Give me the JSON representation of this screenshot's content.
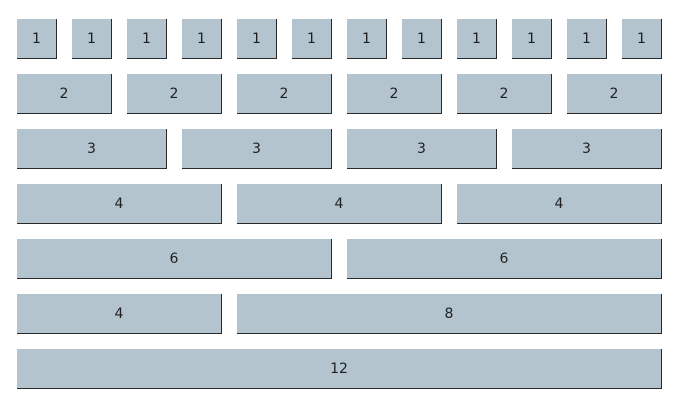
{
  "grid": {
    "columns": 12,
    "cell_color": "#b3c4cf",
    "rows": [
      {
        "cells": [
          {
            "label": "1",
            "span": 1
          },
          {
            "label": "1",
            "span": 1
          },
          {
            "label": "1",
            "span": 1
          },
          {
            "label": "1",
            "span": 1
          },
          {
            "label": "1",
            "span": 1
          },
          {
            "label": "1",
            "span": 1
          },
          {
            "label": "1",
            "span": 1
          },
          {
            "label": "1",
            "span": 1
          },
          {
            "label": "1",
            "span": 1
          },
          {
            "label": "1",
            "span": 1
          },
          {
            "label": "1",
            "span": 1
          },
          {
            "label": "1",
            "span": 1
          }
        ]
      },
      {
        "cells": [
          {
            "label": "2",
            "span": 2
          },
          {
            "label": "2",
            "span": 2
          },
          {
            "label": "2",
            "span": 2
          },
          {
            "label": "2",
            "span": 2
          },
          {
            "label": "2",
            "span": 2
          },
          {
            "label": "2",
            "span": 2
          }
        ]
      },
      {
        "cells": [
          {
            "label": "3",
            "span": 3
          },
          {
            "label": "3",
            "span": 3
          },
          {
            "label": "3",
            "span": 3
          },
          {
            "label": "3",
            "span": 3
          }
        ]
      },
      {
        "cells": [
          {
            "label": "4",
            "span": 4
          },
          {
            "label": "4",
            "span": 4
          },
          {
            "label": "4",
            "span": 4
          }
        ]
      },
      {
        "cells": [
          {
            "label": "6",
            "span": 6
          },
          {
            "label": "6",
            "span": 6
          }
        ]
      },
      {
        "cells": [
          {
            "label": "4",
            "span": 4
          },
          {
            "label": "8",
            "span": 8
          }
        ]
      },
      {
        "cells": [
          {
            "label": "12",
            "span": 12
          }
        ]
      }
    ]
  }
}
